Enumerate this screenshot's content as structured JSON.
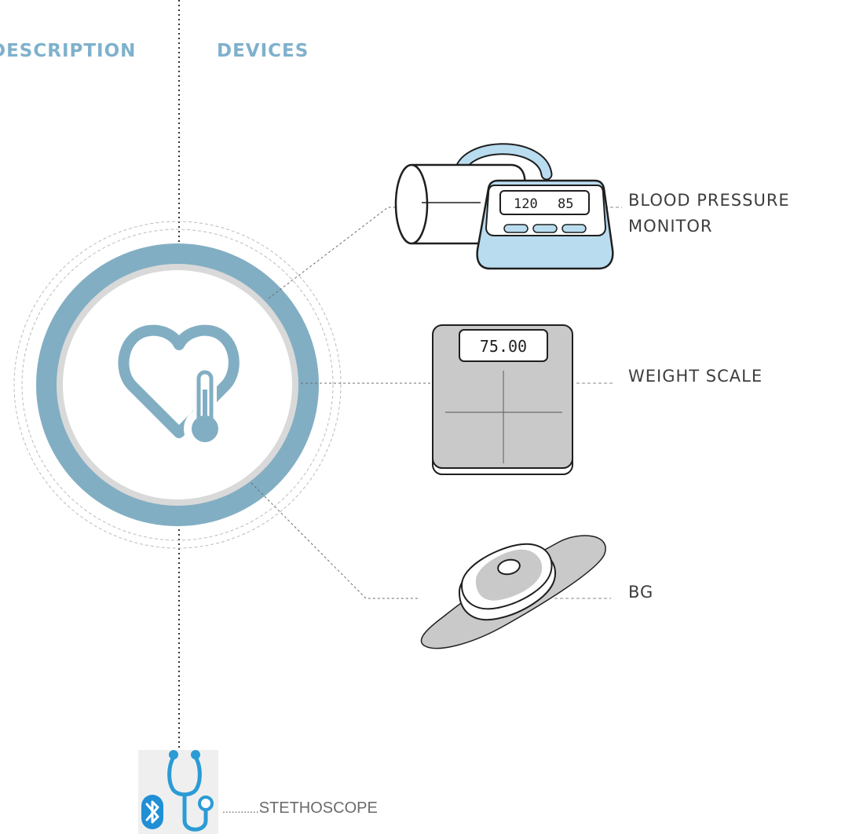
{
  "columns": {
    "description_heading": "DESCRIPTION",
    "devices_heading": "DEVICES"
  },
  "center_icon": "heart-thermometer-icon",
  "devices": {
    "blood_pressure": {
      "label_line1": "BLOOD PRESSURE",
      "label_line2": "MONITOR",
      "display_systolic": "120",
      "display_diastolic": "85"
    },
    "weight_scale": {
      "label": "WEIGHT SCALE",
      "display_value": "75.00"
    },
    "bg": {
      "label": "BG"
    },
    "stethoscope": {
      "label": "STETHOSCOPE",
      "leader": "............"
    }
  },
  "icons": {
    "bluetooth": "bluetooth-icon",
    "stethoscope": "stethoscope-icon"
  },
  "colors": {
    "accent_blue": "#82aec3",
    "heading_blue": "#7fb1cc",
    "device_blue": "#b9dcef",
    "scale_gray": "#c9c9c9",
    "ring_gray": "#d9d9d9",
    "bluetooth_blue": "#1f8fd6",
    "stethoscope_blue": "#2a9bd5"
  }
}
